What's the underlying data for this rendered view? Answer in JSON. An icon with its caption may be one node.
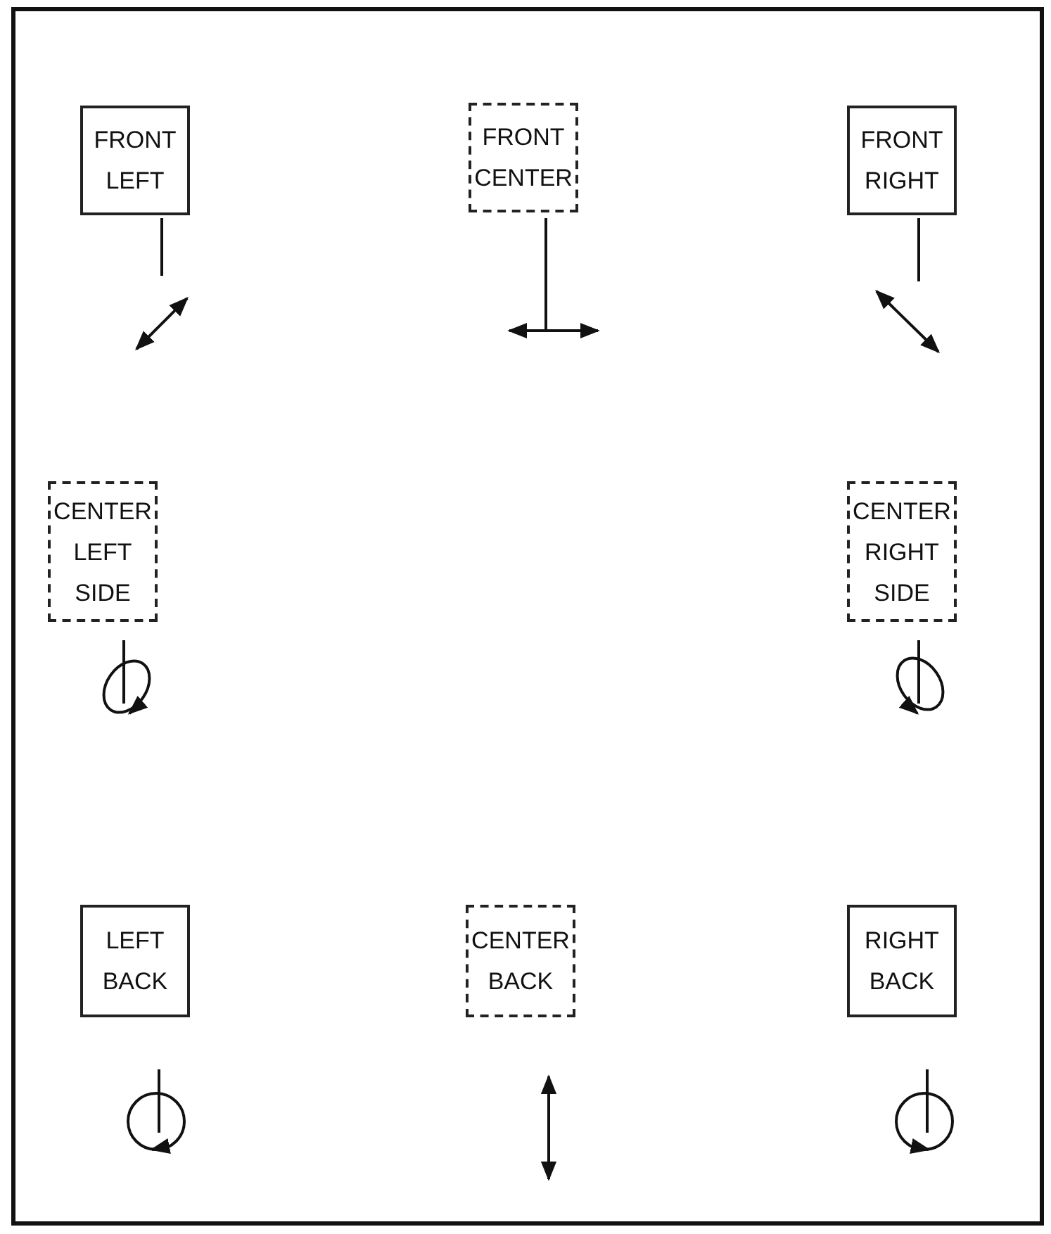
{
  "diagram": {
    "nodes": [
      {
        "text": [
          "FRONT LEFT"
        ]
      },
      {
        "text": [
          "FRONT CENTER"
        ]
      },
      {
        "text": [
          "FRONT RIGHT"
        ]
      },
      {
        "text": [
          "CENTER LEFT SIDE"
        ]
      },
      {
        "text": [
          "CENTER RIGHT SIDE"
        ]
      },
      {
        "text": [
          "LEFT BACK"
        ]
      },
      {
        "text": [
          "CENTER BACK"
        ]
      },
      {
        "text": [
          "RIGHT BACK"
        ]
      }
    ]
  }
}
